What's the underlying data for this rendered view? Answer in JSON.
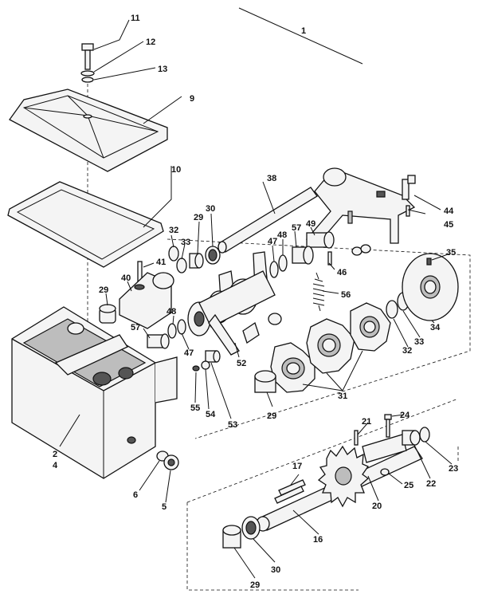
{
  "callouts": {
    "c1": "1",
    "c2_4": [
      "2",
      "4"
    ],
    "c5": "5",
    "c6": "6",
    "c9": "9",
    "c10": "10",
    "c11": "11",
    "c12": "12",
    "c13": "13",
    "c16": "16",
    "c17": "17",
    "c20": "20",
    "c21": "21",
    "c22": "22",
    "c23": "23",
    "c24": "24",
    "c25": "25",
    "c29a": "29",
    "c29b": "29",
    "c29c": "29",
    "c29d": "29",
    "c30a": "30",
    "c30b": "30",
    "c31": "31",
    "c32a": "32",
    "c32b": "32",
    "c33a": "33",
    "c33b": "33",
    "c34": "34",
    "c35": "35",
    "c38": "38",
    "c40": "40",
    "c41": "41",
    "c44": "44",
    "c45": "45",
    "c46": "46",
    "c47a": "47",
    "c47b": "47",
    "c48a": "48",
    "c48b": "48",
    "c49": "49",
    "c52": "52",
    "c53": "53",
    "c54": "54",
    "c55": "55",
    "c56": "56",
    "c57a": "57",
    "c57b": "57"
  }
}
